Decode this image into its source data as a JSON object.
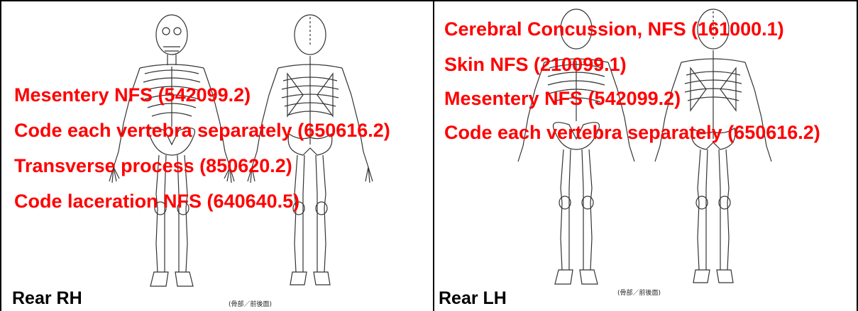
{
  "left_panel": {
    "side_label": "Rear RH",
    "caption": "(骨部／前後面)",
    "injuries": [
      "Mesentery NFS (542099.2)",
      "Code each vertebra separately (650616.2)",
      "Transverse process (850620.2)",
      "Code laceration NFS (640640.5)"
    ]
  },
  "right_panel": {
    "side_label": "Rear LH",
    "caption": "(骨部／前後面)",
    "injuries": [
      "Cerebral Concussion, NFS (161000.1)",
      "Skin NFS (210099.1)",
      "Mesentery NFS (542099.2)",
      "Code each vertebra separately (650616.2)"
    ]
  },
  "colors": {
    "injury_text": "#ff0000",
    "label_text": "#000000",
    "border": "#000000"
  }
}
